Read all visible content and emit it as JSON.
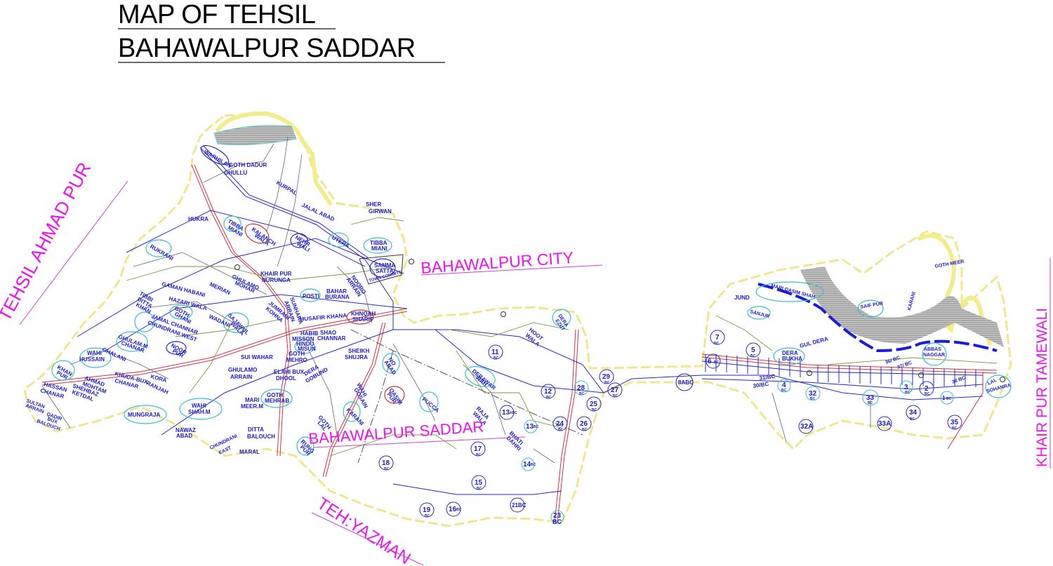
{
  "title": {
    "line1": "MAP OF TEHSIL",
    "line2": "BAHAWALPUR SADDAR"
  },
  "colors": {
    "boundary": "#f0e68c",
    "village_label": "#1a1acc",
    "region_label": "#ee11ee",
    "river_hatch": "#9a9a9a",
    "canal": "#1a1acc",
    "road": "#cc3344",
    "minor_boundary_gray": "#666666",
    "minor_boundary_green": "#7a9a3a",
    "highlight_cyan": "#33c0d0",
    "highlight_red": "#cc3333"
  },
  "region_labels": {
    "west": "TEHSIL AHMAD PUR",
    "north": "BAHAWALPUR CITY",
    "center": "BAHAWALPUR SADDAR",
    "south": "TEH:YAZMAN",
    "east": "KHAIR PUR TAMEWALI"
  },
  "villages": [
    {
      "name": "WARHILAN",
      "lines": [
        "WARHILAN"
      ]
    },
    {
      "name": "GOTH DADUR",
      "lines": [
        "GOTH DADUR"
      ]
    },
    {
      "name": "GHULLU",
      "lines": [
        "GHULLU"
      ]
    },
    {
      "name": "KURPAL",
      "lines": [
        "KURPAL"
      ]
    },
    {
      "name": "JALAL ABAD",
      "lines": [
        "JALAL ABAD"
      ]
    },
    {
      "name": "SHER GIRWAN",
      "lines": [
        "SHER",
        "GIRWAN"
      ]
    },
    {
      "name": "HUKRA",
      "lines": [
        "HUKRA"
      ]
    },
    {
      "name": "TIBBA MIANI",
      "lines": [
        "TIBBA",
        "MIANI"
      ]
    },
    {
      "name": "KALANCH WALA",
      "lines": [
        "KALANCH",
        "WALA"
      ]
    },
    {
      "name": "NEHR WALI",
      "lines": [
        "NEHR",
        "WALI"
      ]
    },
    {
      "name": "UTERA",
      "lines": [
        "UTERA"
      ]
    },
    {
      "name": "TIBBA MIANI (E)",
      "lines": [
        "TIBBA",
        "MIANI"
      ]
    },
    {
      "name": "SAMMA SATTA",
      "lines": [
        "SAMMA",
        "SATTA"
      ]
    },
    {
      "name": "TOWN COMMITTE",
      "lines": [
        "TOWN COMMITE"
      ]
    },
    {
      "name": "RUKRANI",
      "lines": [
        "RUKRANI"
      ]
    },
    {
      "name": "GHULAMO MOHAR",
      "lines": [
        "GHULAMO",
        "MOHAR"
      ]
    },
    {
      "name": "KHAIR PUR NURUNGA",
      "lines": [
        "KHAIR PUR",
        "NURUNGA"
      ]
    },
    {
      "name": "NOORO ARRAIN",
      "lines": [
        "NOORO",
        "ARRAIN"
      ]
    },
    {
      "name": "GAMAN HABANI",
      "lines": [
        "GAMAN HABANI"
      ]
    },
    {
      "name": "MERIAN",
      "lines": [
        "MERIAN"
      ]
    },
    {
      "name": "BAHAR BURANA",
      "lines": [
        "BAHAR",
        "BURANA"
      ]
    },
    {
      "name": "POSTI",
      "lines": [
        "POSTI"
      ]
    },
    {
      "name": "TIBBI DITTA KHAN",
      "lines": [
        "TIBBI",
        "DITTA",
        "KHAN"
      ]
    },
    {
      "name": "HAZARI WALA",
      "lines": [
        "HAZARI WALA"
      ]
    },
    {
      "name": "GOTH GHANI",
      "lines": [
        "GOTH",
        "GHANI"
      ]
    },
    {
      "name": "JUMRANI KOHNA",
      "lines": [
        "JUMRANI",
        "KOHNA"
      ]
    },
    {
      "name": "SUNHARA ARRAIN",
      "lines": [
        "SUNHARA",
        "ARRAIN"
      ]
    },
    {
      "name": "WADANI",
      "lines": [
        "WADANI"
      ]
    },
    {
      "name": "SAJAWUL WALA",
      "lines": [
        "SAJAWUL",
        "WALA"
      ]
    },
    {
      "name": "MUSAFIR KHANA",
      "lines": [
        "MUSAFIR KHANA"
      ]
    },
    {
      "name": "KHNQAH SHARIF",
      "lines": [
        "KHNQAH",
        "SHARIF"
      ]
    },
    {
      "name": "JAMAL CHANNAR CHUNDRANI WEST",
      "lines": [
        "JAMAL CHANNAR",
        "CHUNDRANI WEST"
      ]
    },
    {
      "name": "HABIB MISSON",
      "lines": [
        "HABIB",
        "MISSON"
      ]
    },
    {
      "name": "SHAO CHANNAR",
      "lines": [
        "SHAO",
        "CHANNAR"
      ]
    },
    {
      "name": "HINDU MISUN",
      "lines": [
        "HINDU",
        "MISUN"
      ]
    },
    {
      "name": "GHULAM.M CHANAR",
      "lines": [
        "GHULAM.M",
        "CHANAR"
      ]
    },
    {
      "name": "NOOR PUR",
      "lines": [
        "NOOR",
        "PUR"
      ]
    },
    {
      "name": "SUI WAHAR",
      "lines": [
        "SUI WAHAR"
      ]
    },
    {
      "name": "GOTH MEHRO",
      "lines": [
        "GOTH",
        "MEHRO"
      ]
    },
    {
      "name": "SHEIKH SHUJRA",
      "lines": [
        "SHEIKH",
        "SHUJRA"
      ]
    },
    {
      "name": "WAHI HUSSAIN",
      "lines": [
        "WAHI",
        "HUSSAIN"
      ]
    },
    {
      "name": "GHALANI",
      "lines": [
        "GHALANI"
      ]
    },
    {
      "name": "NO ABAD",
      "lines": [
        "NO",
        "ABAD"
      ]
    },
    {
      "name": "KHAN PUR",
      "lines": [
        "KHAN",
        "PUR"
      ]
    },
    {
      "name": "GHULAMO ARRAIN",
      "lines": [
        "GHULAMO",
        "ARRAIN"
      ]
    },
    {
      "name": "ELAHI BUX DHOOL",
      "lines": [
        "ELAHI BUX",
        "DHOOL"
      ]
    },
    {
      "name": "DERA GOBUND",
      "lines": [
        "DERA",
        "GOBUND"
      ]
    },
    {
      "name": "AHMAD MOHTAM SHEHBAZ KETDAL",
      "lines": [
        "AHMAD",
        "MOHTAM",
        "SHEHBAZ",
        "KETDAL"
      ]
    },
    {
      "name": "KHUDA-BUX CHANAR",
      "lines": [
        "KHUDA-BUX",
        "CHANAR"
      ]
    },
    {
      "name": "KORA RANJAH",
      "lines": [
        "KORA",
        "RANJAH"
      ]
    },
    {
      "name": "WAHI GOSAIN",
      "lines": [
        "WAHI",
        "GOSAIN"
      ]
    },
    {
      "name": "QASIM PUR",
      "lines": [
        "QASIM",
        "PUR"
      ]
    },
    {
      "name": "HASSAN CHANAR",
      "lines": [
        "HASSAN",
        "CHANAR"
      ]
    },
    {
      "name": "WAHI SHAH.M",
      "lines": [
        "WAHI",
        "SHAH.M"
      ]
    },
    {
      "name": "MARI MEER.M",
      "lines": [
        "MARI",
        "MEER.M"
      ]
    },
    {
      "name": "GOTH MEHRAB",
      "lines": [
        "GOTH",
        "MEHRAB"
      ]
    },
    {
      "name": "KARANI",
      "lines": [
        "KARANI"
      ]
    },
    {
      "name": "PUCCA",
      "lines": [
        "PUCCA"
      ]
    },
    {
      "name": "SULTAN ARRAIN",
      "lines": [
        "SULTAN",
        "ARRAIN"
      ]
    },
    {
      "name": "QADIR BUX BALOUCH",
      "lines": [
        "QADIR",
        "BUX",
        "BALOUCH"
      ]
    },
    {
      "name": "MUNGRAJA",
      "lines": [
        "MUNGRAJA"
      ]
    },
    {
      "name": "GOTH LAL",
      "lines": [
        "GOTH",
        "LAL"
      ]
    },
    {
      "name": "NAWAZ ABAD",
      "lines": [
        "NAWAZ",
        "ABAD"
      ]
    },
    {
      "name": "DITTA BALOUCH",
      "lines": [
        "DITTA",
        "BALOUCH"
      ]
    },
    {
      "name": "CHUNDRANI EAST",
      "lines": [
        "CHUNDRANI",
        "EAST"
      ]
    },
    {
      "name": "MARAL",
      "lines": [
        "MARAL"
      ]
    },
    {
      "name": "RUNG PUR",
      "lines": [
        "RUNG",
        "PUR"
      ]
    },
    {
      "name": "DERAWAR WAH",
      "lines": [
        "DERAWAR",
        "WAH"
      ]
    },
    {
      "name": "RAJA WALA",
      "lines": [
        "RAJA",
        "WALA"
      ]
    },
    {
      "name": "BHATI DAHRI",
      "lines": [
        "BHATI",
        "DAHRI"
      ]
    },
    {
      "name": "HOOT WALA",
      "lines": [
        "HOOT",
        "WALA"
      ]
    },
    {
      "name": "DERA EZUT",
      "lines": [
        "DERA",
        "EZUT"
      ]
    },
    {
      "name": "MARI QASIM SHAH",
      "lines": [
        "MARI QASIM SHAH"
      ]
    },
    {
      "name": "JUND",
      "lines": [
        "JUND"
      ]
    },
    {
      "name": "SANJUR",
      "lines": [
        "SANJUR"
      ]
    },
    {
      "name": "SAIF PUR",
      "lines": [
        "SAIF PUR"
      ]
    },
    {
      "name": "KARANI (E)",
      "lines": [
        "KARANI"
      ]
    },
    {
      "name": "GOTH MEER",
      "lines": [
        "GOTH MEER"
      ]
    },
    {
      "name": "GUL DERA",
      "lines": [
        "GUL DERA"
      ]
    },
    {
      "name": "DERA BUKHA",
      "lines": [
        "DERA",
        "BUKHA"
      ]
    },
    {
      "name": "ABBAS NAGGAR",
      "lines": [
        "ABBAS",
        "NAGGAR"
      ]
    },
    {
      "name": "LAL SOHANRA",
      "lines": [
        "LAL",
        "SOHANRA"
      ]
    }
  ],
  "chaks": [
    {
      "num": "11",
      "sub": "BC"
    },
    {
      "num": "12",
      "sub": "BC"
    },
    {
      "num": "13",
      "sub": "ABC"
    },
    {
      "num": "13",
      "sub": "BC"
    },
    {
      "num": "14",
      "sub": "BC"
    },
    {
      "num": "15",
      "sub": "BC"
    },
    {
      "num": "16",
      "sub": "BC"
    },
    {
      "num": "17",
      "sub": "BC"
    },
    {
      "num": "18",
      "sub": "BC"
    },
    {
      "num": "19",
      "sub": "BC"
    },
    {
      "num": "21BC",
      "sub": ""
    },
    {
      "num": "23",
      "sub": "BC"
    },
    {
      "num": "24",
      "sub": "BC"
    },
    {
      "num": "25",
      "sub": "BC"
    },
    {
      "num": "26",
      "sub": "BC"
    },
    {
      "num": "27",
      "sub": "BC"
    },
    {
      "num": "28",
      "sub": "BC"
    },
    {
      "num": "29",
      "sub": "BC"
    },
    {
      "num": "8ABC",
      "sub": ""
    },
    {
      "num": "7",
      "sub": "BC"
    },
    {
      "num": "6",
      "sub": "BC"
    },
    {
      "num": "5",
      "sub": "BC"
    },
    {
      "num": "4",
      "sub": "BC"
    },
    {
      "num": "32",
      "sub": "BC"
    },
    {
      "num": "32A",
      "sub": ""
    },
    {
      "num": "33",
      "sub": "BC"
    },
    {
      "num": "33A",
      "sub": ""
    },
    {
      "num": "34",
      "sub": "BC"
    },
    {
      "num": "35",
      "sub": "BC"
    },
    {
      "num": "3",
      "sub": "BC"
    },
    {
      "num": "2",
      "sub": "BC"
    },
    {
      "num": "1",
      "sub": "BC"
    }
  ],
  "canal_labels": [
    "31/BC",
    "30/BC",
    "36/ BC",
    "37/ BC",
    "38 BC"
  ]
}
